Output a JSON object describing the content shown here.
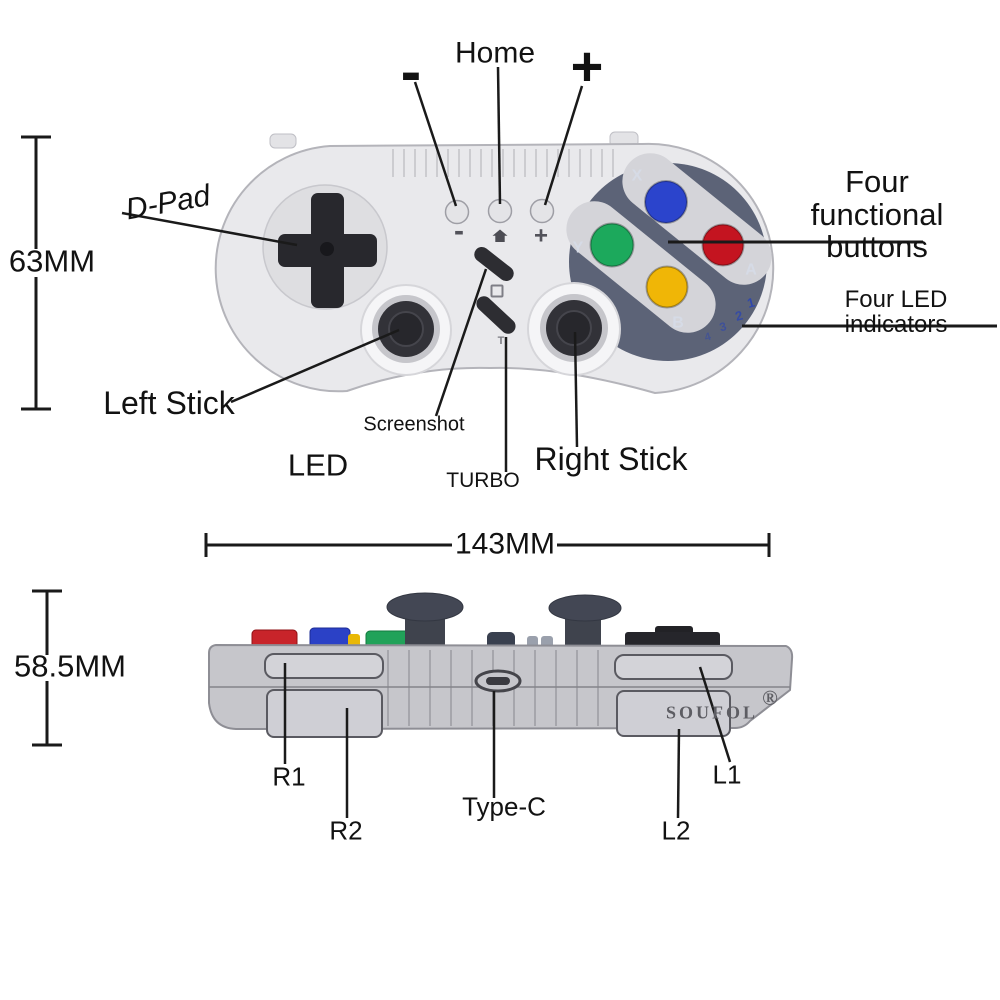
{
  "front_view": {
    "annotations": {
      "minus": "-",
      "home": "Home",
      "plus": "+",
      "dpad": "D-Pad",
      "four_functional_buttons": "Four functional\nbuttons",
      "four_led_indicators": "Four LED indicators",
      "left_stick": "Left Stick",
      "screenshot": "Screenshot",
      "led": "LED",
      "turbo": "TURBO",
      "right_stick": "Right Stick"
    },
    "button_symbols": {
      "minus": "-",
      "plus": "+",
      "turbo": "T"
    },
    "face_buttons": [
      {
        "label": "X",
        "color": "#2b44cc"
      },
      {
        "label": "Y",
        "color": "#1ca95c"
      },
      {
        "label": "A",
        "color": "#c41420"
      },
      {
        "label": "B",
        "color": "#f0b606"
      }
    ],
    "led_numbers": [
      "1",
      "2",
      "3",
      "4"
    ]
  },
  "side_view": {
    "annotations": {
      "r1": "R1",
      "r2": "R2",
      "type_c": "Type-C",
      "l1": "L1",
      "l2": "L2"
    },
    "brand": {
      "name": "SOUFOL",
      "mark": "®"
    }
  },
  "dimensions": {
    "front_height": "63MM",
    "width": "143MM",
    "side_height": "58.5MM"
  },
  "icons": {
    "home_button": "house-icon",
    "screenshot_button": "square-icon"
  },
  "colors": {
    "body_gray": "#e9e9ec",
    "panel_slate": "#5c6377",
    "side_gray": "#c6c6cb",
    "led_text": "#2f47ac",
    "line_black": "#1a1a1a",
    "blue": "#2b44cc",
    "green": "#1ca95c",
    "red": "#c41420",
    "yellow": "#f0b606"
  }
}
